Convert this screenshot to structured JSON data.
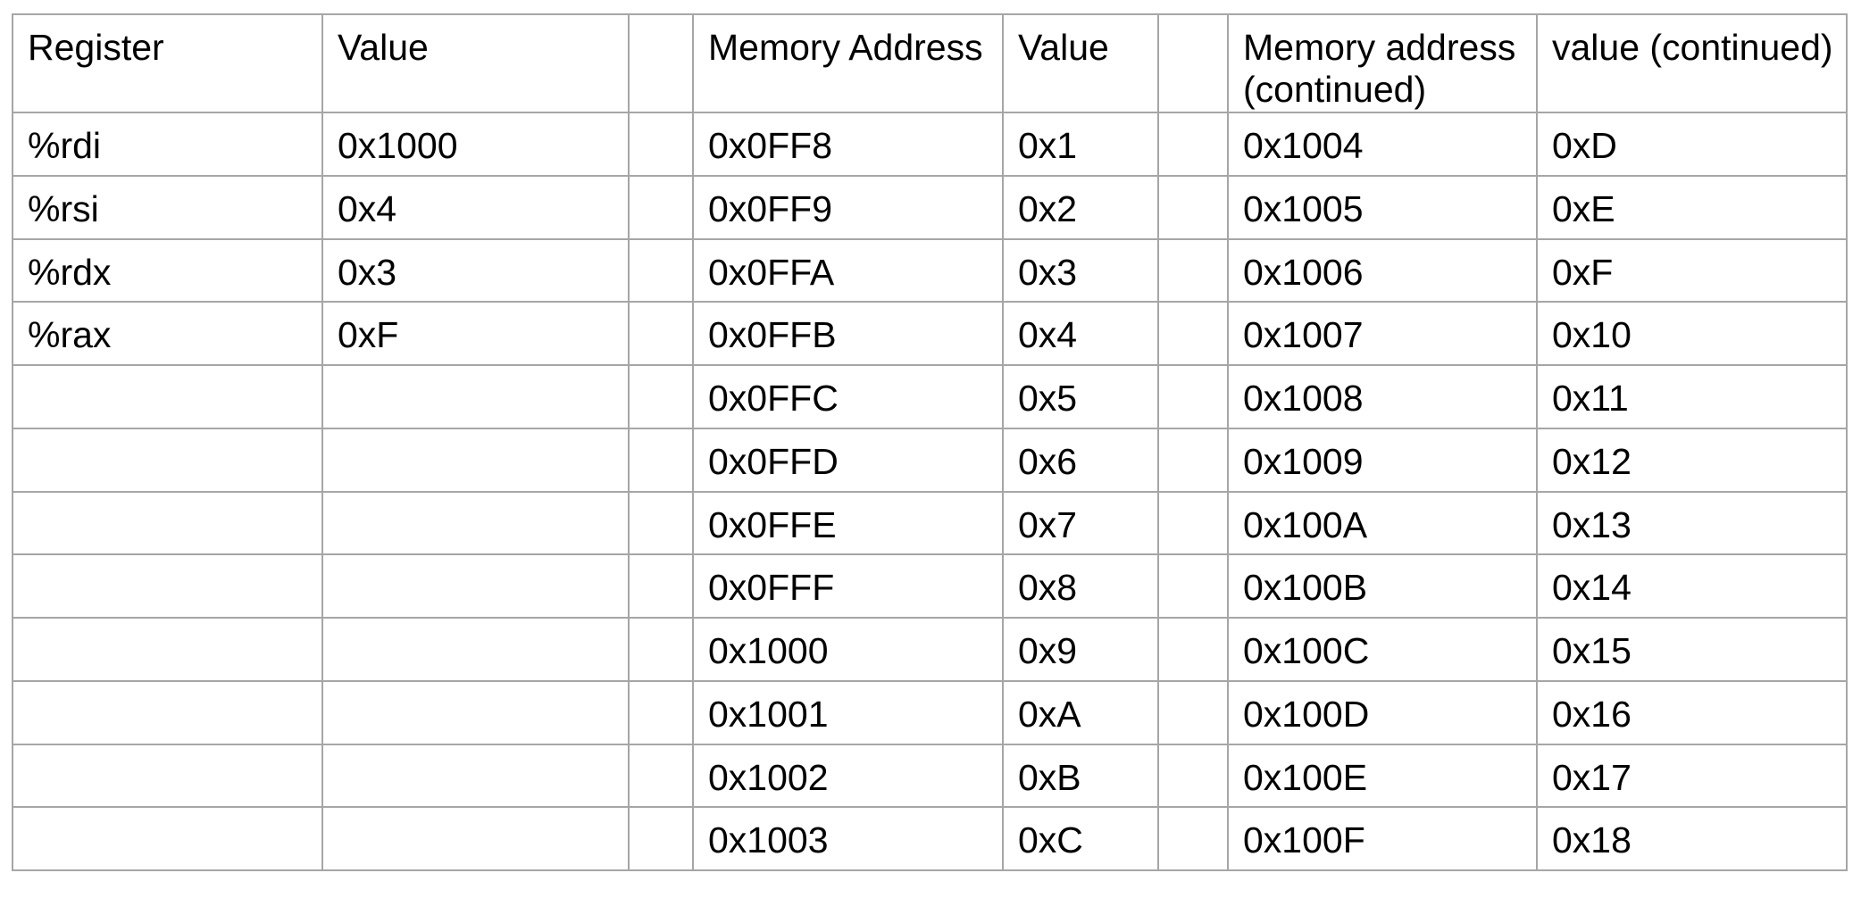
{
  "table": {
    "border_color": "#a6a6a6",
    "text_color": "#000000",
    "background": "#ffffff",
    "columns": [
      {
        "key": "register",
        "label": "Register"
      },
      {
        "key": "register_value",
        "label": "Value"
      },
      {
        "key": "spacer1",
        "label": ""
      },
      {
        "key": "mem_addr",
        "label": "Memory Address"
      },
      {
        "key": "mem_value",
        "label": "Value"
      },
      {
        "key": "spacer2",
        "label": ""
      },
      {
        "key": "mem_addr_cont",
        "label": "Memory address (continued)"
      },
      {
        "key": "mem_value_cont",
        "label": "value (continued)"
      }
    ],
    "rows": [
      [
        "%rdi",
        "0x1000",
        "",
        "0x0FF8",
        "0x1",
        "",
        "0x1004",
        "0xD"
      ],
      [
        "%rsi",
        "0x4",
        "",
        "0x0FF9",
        "0x2",
        "",
        "0x1005",
        "0xE"
      ],
      [
        "%rdx",
        "0x3",
        "",
        "0x0FFA",
        "0x3",
        "",
        "0x1006",
        "0xF"
      ],
      [
        "%rax",
        "0xF",
        "",
        "0x0FFB",
        "0x4",
        "",
        "0x1007",
        "0x10"
      ],
      [
        "",
        "",
        "",
        "0x0FFC",
        "0x5",
        "",
        "0x1008",
        "0x11"
      ],
      [
        "",
        "",
        "",
        "0x0FFD",
        "0x6",
        "",
        "0x1009",
        "0x12"
      ],
      [
        "",
        "",
        "",
        "0x0FFE",
        "0x7",
        "",
        "0x100A",
        "0x13"
      ],
      [
        "",
        "",
        "",
        "0x0FFF",
        "0x8",
        "",
        "0x100B",
        "0x14"
      ],
      [
        "",
        "",
        "",
        "0x1000",
        "0x9",
        "",
        "0x100C",
        "0x15"
      ],
      [
        "",
        "",
        "",
        "0x1001",
        "0xA",
        "",
        "0x100D",
        "0x16"
      ],
      [
        "",
        "",
        "",
        "0x1002",
        "0xB",
        "",
        "0x100E",
        "0x17"
      ],
      [
        "",
        "",
        "",
        "0x1003",
        "0xC",
        "",
        "0x100F",
        "0x18"
      ]
    ]
  }
}
